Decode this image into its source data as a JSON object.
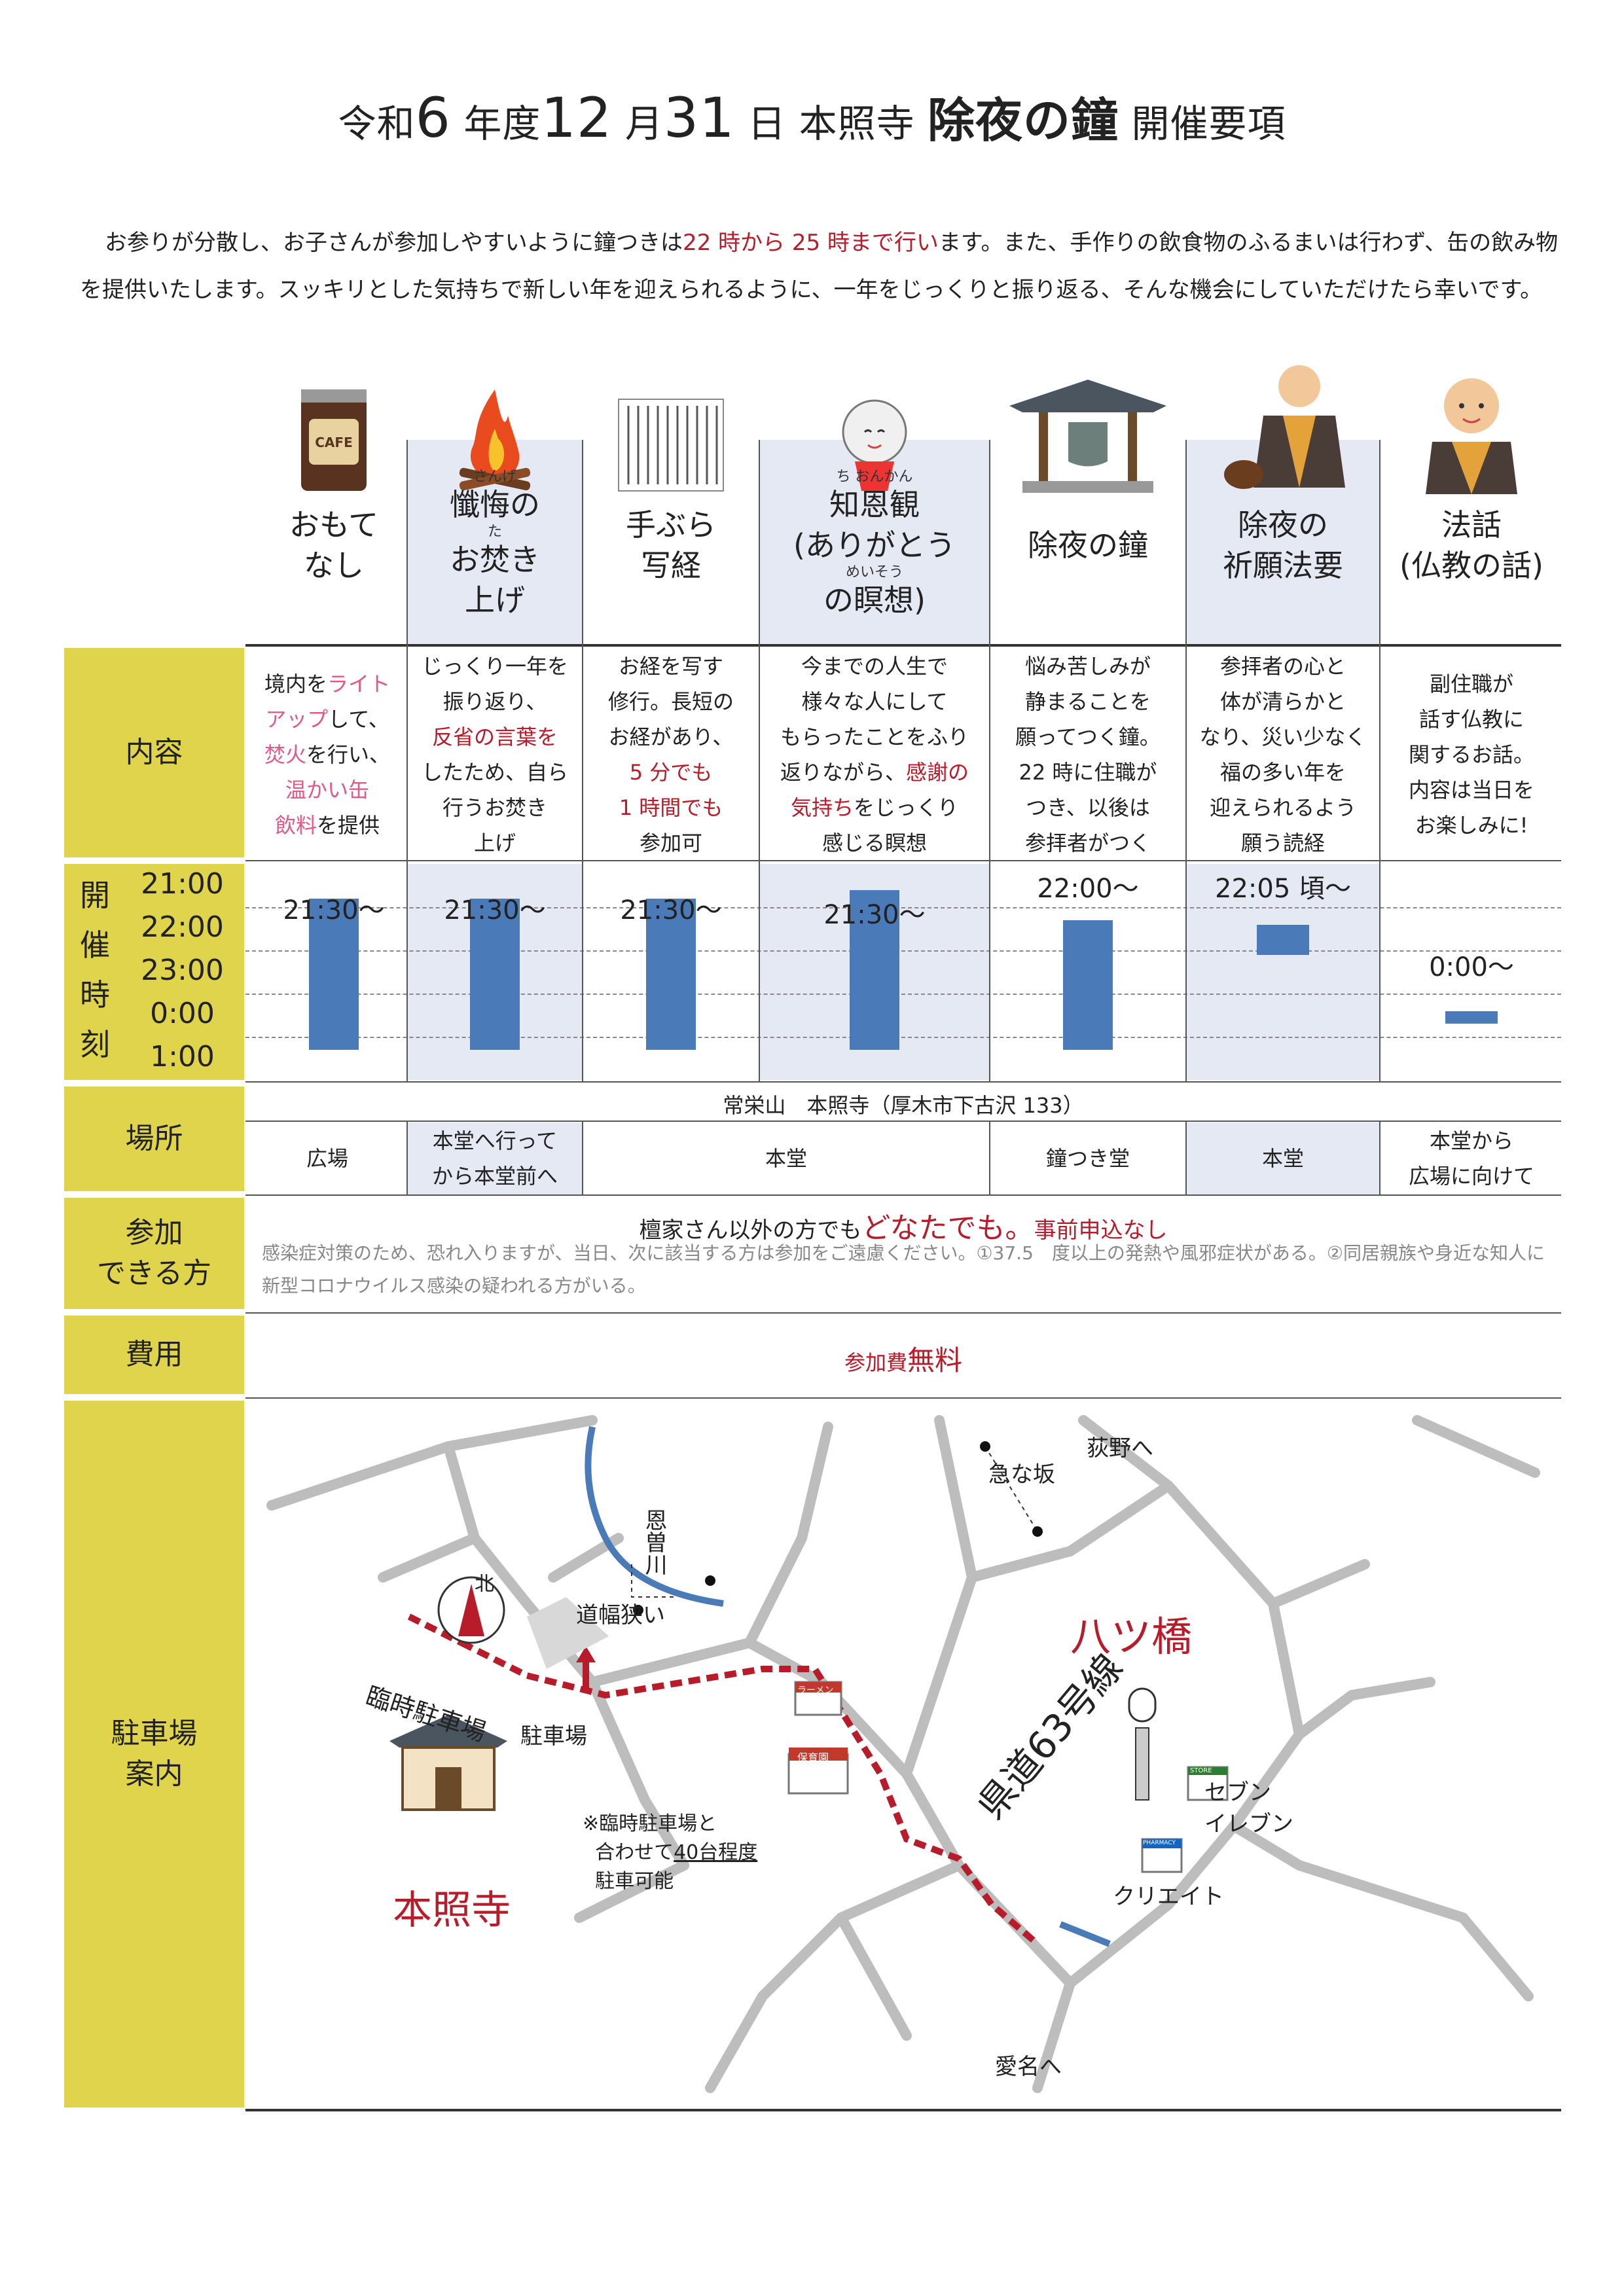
{
  "title": {
    "p1": "令和",
    "p2": "6",
    "p3": "年度",
    "p4": "12",
    "p5": "月",
    "p6": "31",
    "p7": "日",
    "p8": "本照寺",
    "p9": "除夜の鐘",
    "p10": "開催要項"
  },
  "intro": {
    "a": "お参りが分散し、お子さんが参加しやすいように鐘つきは",
    "b": "22 時から 25 時まで行い",
    "c": "ます。また、手作りの飲食物のふるまいは行わず、缶の飲み物を提供いたします。スッキリとした気持ちで新しい年を迎えられるように、一年をじっくりと振り返る、そんな機会にしていただけたら幸いです。"
  },
  "columns": [
    {
      "name1": "おもて",
      "name2": "なし",
      "icon": "coffee-can-icon"
    },
    {
      "ruby1": "さんげ",
      "name1": "懺悔の",
      "ruby2": "た",
      "name2": "お焚き",
      "name3": "上げ",
      "icon": "bonfire-icon"
    },
    {
      "name1": "手ぶら",
      "name2": "写経",
      "icon": "sutra-icon"
    },
    {
      "ruby1": "ち おんかん",
      "name1": "知恩観",
      "name2": "(ありがとう",
      "ruby2": "めいそう",
      "name3": "の瞑想)",
      "icon": "jizo-icon"
    },
    {
      "name1": "除夜の鐘",
      "icon": "bell-tower-icon"
    },
    {
      "name1": "除夜の",
      "name2": "祈願法要",
      "icon": "monk-praying-icon"
    },
    {
      "name1": "法話",
      "name2": "(仏教の話)",
      "icon": "monk-icon"
    }
  ],
  "labels": {
    "content": "内容",
    "time": [
      "開",
      "催",
      "時",
      "刻"
    ],
    "place": "場所",
    "who1": "参加",
    "who2": "できる方",
    "fee": "費用",
    "park1": "駐車場",
    "park2": "案内"
  },
  "hours": [
    "21:00",
    "22:00",
    "23:00",
    "0:00",
    "1:00"
  ],
  "content": {
    "c0": {
      "a": "境内を",
      "b": "ライト",
      "c": "アップ",
      "d": "して、",
      "e": "焚火",
      "f": "を行い、",
      "g": "温かい缶",
      "h": "飲料",
      "i": "を提供"
    },
    "c1": [
      "じっくり一年を",
      "振り返り、",
      "反省の言葉を",
      "したため、自ら",
      "行うお焚き",
      "上げ"
    ],
    "c2": [
      "お経を写す",
      "修行。長短の",
      "お経があり、",
      "5 分でも",
      "1 時間でも",
      "参加可"
    ],
    "c3": [
      "今までの人生で",
      "様々な人にして",
      "もらったことをふり",
      "返りながら、",
      "感謝の",
      "気持ち",
      "をじっくり",
      "感じる瞑想"
    ],
    "c4": [
      "悩み苦しみが",
      "静まることを",
      "願ってつく鐘。",
      "22 時に住職が",
      "つき、以後は",
      "参拝者がつく"
    ],
    "c5": [
      "参拝者の心と",
      "体が清らかと",
      "なり、災い少なく",
      "福の多い年を",
      "迎えられるよう",
      "願う読経"
    ],
    "c6": [
      "副住職が",
      "話す仏教に",
      "関するお話。",
      "内容は当日を",
      "お楽しみに!"
    ]
  },
  "times": {
    "t0": "21:30〜",
    "t1": "21:30〜",
    "t2": "21:30〜",
    "t3": "21:30〜",
    "t4": "22:00〜",
    "t5": "22:05 頃〜",
    "t6": "0:00〜",
    "bars": [
      {
        "start": 21.5,
        "end": 25.0
      },
      {
        "start": 21.5,
        "end": 25.0
      },
      {
        "start": 21.5,
        "end": 25.0
      },
      {
        "start": 21.3,
        "end": 25.0
      },
      {
        "start": 22.0,
        "end": 25.0
      },
      {
        "start": 22.1,
        "end": 22.8
      },
      {
        "start": 24.1,
        "end": 24.4
      }
    ]
  },
  "place": {
    "top": "常栄山　本照寺（厚木市下古沢 133）",
    "p0": "広場",
    "p1a": "本堂へ行って",
    "p1b": "から本堂前へ",
    "p2": "本堂",
    "p4": "鐘つき堂",
    "p5": "本堂",
    "p6a": "本堂から",
    "p6b": "広場に向けて"
  },
  "who": {
    "a": "檀家さん以外の方でも",
    "b": "どなたでも。",
    "c": "事前申込なし",
    "note": "感染症対策のため、恐れ入りますが、当日、次に該当する方は参加をご遠慮ください。①37.5　度以上の発熱や風邪症状がある。②同居親族や身近な知人に新型コロナウイルス感染の疑われる方がいる。"
  },
  "fee": {
    "a": "参加費",
    "b": "無料"
  },
  "map": {
    "north": "北",
    "river": "恩曽川",
    "narrow": "道幅狭い",
    "slope": "急な坂",
    "ogino": "荻野へ",
    "yatsu": "八ツ橋",
    "temp_parking": "臨時駐車場",
    "parking": "駐車場",
    "note1": "※臨時駐車場と",
    "note2a": "合わせて",
    "note2b": "40台程度",
    "note3": "駐車可能",
    "temple": "本照寺",
    "route": "県道63号線",
    "seven1": "セブン",
    "seven2": "イレブン",
    "create": "クリエイト",
    "aina": "愛名へ",
    "ramen": "ラーメン",
    "hoikuen": "保育園",
    "store": "STORE",
    "pharmacy": "PHARMACY"
  },
  "colors": {
    "accent": "#dfd44b",
    "bar": "#4a7ab8",
    "red": "#b71c2b",
    "shade": "#e4e9f4"
  }
}
